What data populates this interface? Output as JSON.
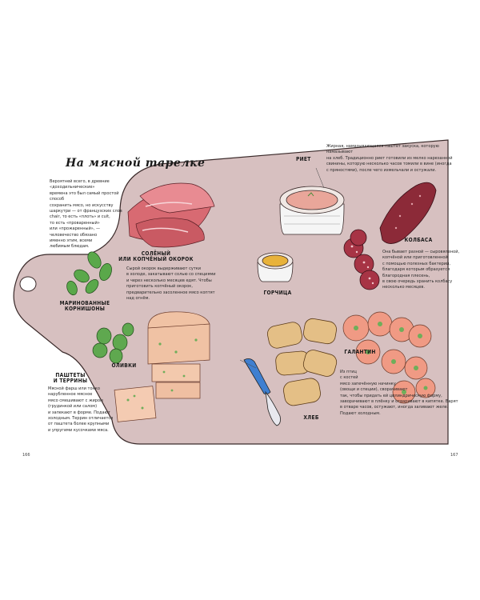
{
  "page": {
    "title": "На мясной тарелке",
    "page_left": "166",
    "page_right": "167"
  },
  "intro": {
    "text": "Вероятней всего, в древние «доходильнические»\nвремена это был самый простой способ\nсохранить мясо, но искусству\nшаркутри — от французских слов\nchair, то есть «плоть» и cuit,\nто есть «проваренный»\nили «прожаренный», —\nчеловечество обязано\nименно этим, всеми\nлюбимым блюдам."
  },
  "items": {
    "salted_ham": {
      "label": "СОЛЁНЫЙ\nИЛИ КОПЧЁНЫЙ ОКОРОК",
      "desc": "Сырой окорок выдерживают сутки\nв холоде, закатывают солью со специями\nи через несколько месяцев едят. Чтобы\nприготовить копчёный окорок,\nпредварительно засоленное мясо коптят\nнад огнём."
    },
    "gherkins": {
      "label": "МАРИНОВАННЫЕ\nКОРНИШОНЫ"
    },
    "olives": {
      "label": "ОЛИВКИ"
    },
    "pates": {
      "label": "ПАШТЕТЫ\nИ ТЕРРИНЫ",
      "desc": "Мясной фарш или тонко\nнарубленное мясное\nмясо смешивают с жиром\n(грудинкой или салом)\nи запекают в форме. Подают\nхолодным. Террин отличается\nот паштета более крупными\nи упругими кусочками мяса."
    },
    "rillette": {
      "label": "РИЕТ",
      "desc": "Жирная, намазывающаяся паштет закуска, которую намазывают\nна хлеб. Традиционно риет готовили из мелко нарезанной\nсвинины, которую несколько часов томили в вине (иногда\nс пряностями), после чего измельчали и остужали."
    },
    "mustard": {
      "label": "ГОРЧИЦА"
    },
    "sausage": {
      "label": "КОЛБАСА",
      "desc": "Она бывает разной — сыровяленой,\nкопчёной или приготовленной\nс помощью полезных бактерий,\nблагодаря которым образуется\nблагородная плесень,\nв свою очередь хранить колбасу\nнесколько месяцев."
    },
    "galantine": {
      "label": "ГАЛАНТИН",
      "desc": "Из птиц\nс костей\nмясо запечённую начинку\n(овощи и специи), сворачивают\nтак, чтобы придать ей цилиндрическую форму,\nзаворачивают в плёнку и отваривают в кипятке. Варят\nв отваре часов, остужают, иногда заливают желе.\nПодают холодным."
    },
    "bread": {
      "label": "ХЛЕБ"
    }
  },
  "colors": {
    "board": "#d7c0c0",
    "board_outline": "#3a2a2a",
    "ham": "#d86a72",
    "sausage": "#8c2a38",
    "pickle": "#5aa84a",
    "bread": "#e4bf86",
    "knife_handle": "#3f7fd0",
    "mustard": "#e8b23a"
  }
}
